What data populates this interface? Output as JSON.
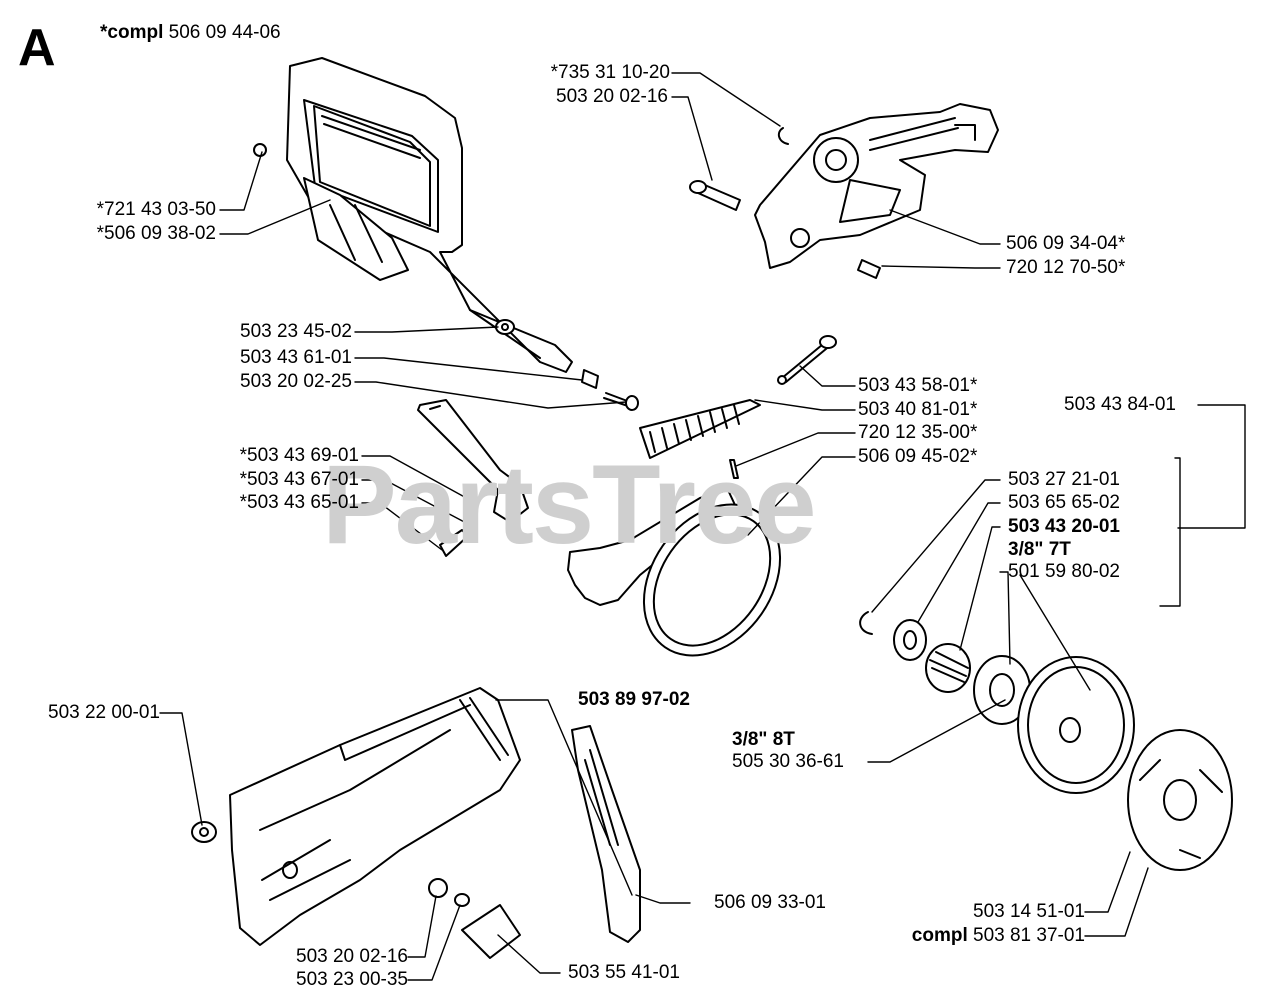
{
  "section": "A",
  "watermark": "PartsTree",
  "assembly": {
    "prefix": "*compl",
    "number": "506 09 44-06"
  },
  "labels": {
    "p735": "*735 31 10-20",
    "p503200216a": "503 20 02-16",
    "p721": "*721 43 03-50",
    "p506093802": "*506 09 38-02",
    "p506093404": "506 09 34-04*",
    "p720127050": "720 12 70-50*",
    "p503234502": "503 23 45-02",
    "p503436101": "503 43 61-01",
    "p503200225": "503 20 02-25",
    "p503435801": "503 43 58-01*",
    "p503408101": "503 40 81-01*",
    "p720123500": "720 12 35-00*",
    "p506094502": "506 09 45-02*",
    "p503436901": "*503 43 69-01",
    "p503436701": "*503 43 67-01",
    "p503436501": "*503 43 65-01",
    "p503438401": "503 43 84-01",
    "p503272101": "503 27 21-01",
    "p503656502": "503 65 65-02",
    "p503432001": "503 43 20-01",
    "sprocket7": "3/8\" 7T",
    "p501598002": "501 59 80-02",
    "p503220001": "503 22 00-01",
    "p503899702": "503 89 97-02",
    "sprocket8": "3/8\" 8T",
    "p505303661": "505 30 36-61",
    "p506093301": "506 09 33-01",
    "p503200216b": "503 20 02-16",
    "p503230035": "503 23 00-35",
    "p503554101": "503 55 41-01",
    "p503145101": "503 14 51-01",
    "complPrefix": "compl",
    "p503813701": "503 81 37-01"
  }
}
